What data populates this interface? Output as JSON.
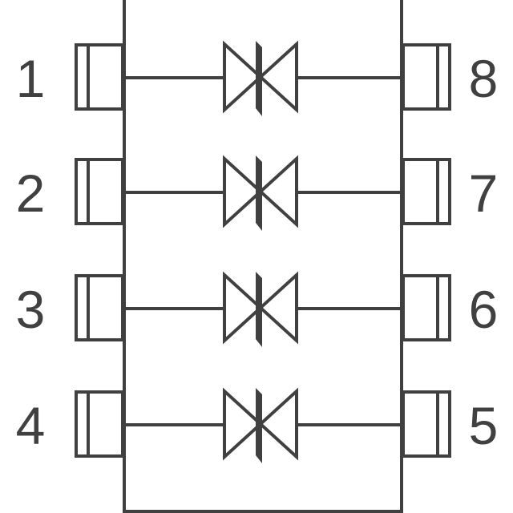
{
  "diagram": {
    "left_pins": [
      "1",
      "2",
      "3",
      "4"
    ],
    "right_pins": [
      "8",
      "7",
      "6",
      "5"
    ],
    "component": "bidirectional-tvs-diode",
    "stroke_color": "#404040",
    "background_color": "#ffffff"
  }
}
